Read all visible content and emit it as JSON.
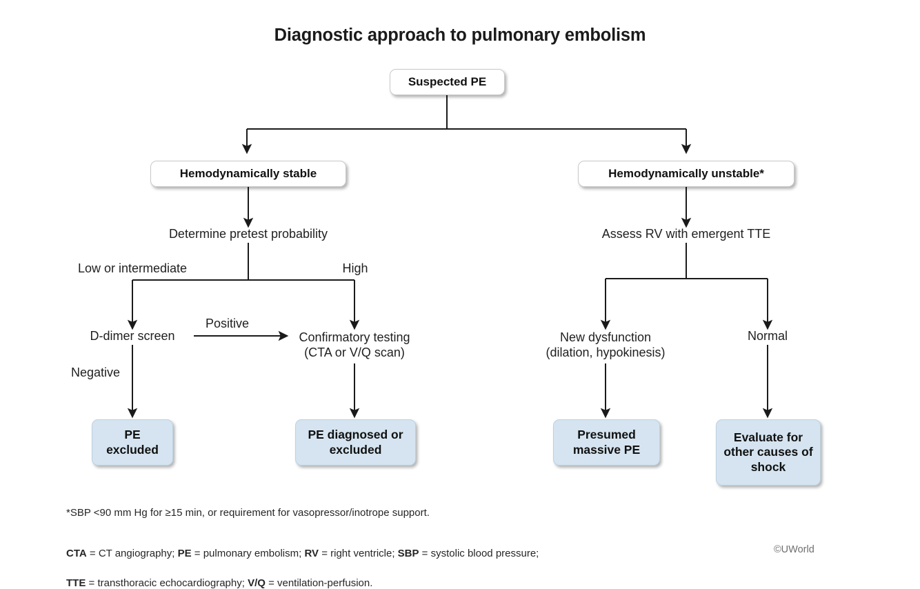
{
  "title": "Diagnostic approach to pulmonary embolism",
  "nodes": {
    "suspected_pe": "Suspected PE",
    "stable": "Hemodynamically stable",
    "unstable": "Hemodynamically unstable*",
    "pretest": "Determine pretest probability",
    "assess_rv": "Assess RV with emergent TTE",
    "low_intermediate": "Low or intermediate",
    "high": "High",
    "d_dimer": "D-dimer screen",
    "confirmatory": "Confirmatory testing\n(CTA or V/Q scan)",
    "new_dysfunction": "New dysfunction\n(dilation, hypokinesis)",
    "normal": "Normal",
    "pe_excluded": "PE\nexcluded",
    "pe_diagnosed_or_excluded": "PE diagnosed\nor excluded",
    "presumed_massive_pe": "Presumed\nmassive PE",
    "evaluate_other_causes": "Evaluate for\nother causes\nof shock"
  },
  "edge_labels": {
    "positive": "Positive",
    "negative": "Negative"
  },
  "footnotes": {
    "asterisk": "*SBP <90 mm Hg for ≥15 min, or requirement for vasopressor/inotrope support.",
    "abbrev_line1_parts": [
      {
        "text": "CTA",
        "bold": true
      },
      {
        "text": " = CT angiography; ",
        "bold": false
      },
      {
        "text": "PE",
        "bold": true
      },
      {
        "text": " = pulmonary embolism; ",
        "bold": false
      },
      {
        "text": "RV",
        "bold": true
      },
      {
        "text": " = right ventricle; ",
        "bold": false
      },
      {
        "text": "SBP",
        "bold": true
      },
      {
        "text": " = systolic blood pressure;",
        "bold": false
      }
    ],
    "abbrev_line2_parts": [
      {
        "text": "TTE",
        "bold": true
      },
      {
        "text": " = transthoracic echocardiography; ",
        "bold": false
      },
      {
        "text": "V/Q",
        "bold": true
      },
      {
        "text": " = ventilation-perfusion.",
        "bold": false
      }
    ]
  },
  "watermark": "©UWorld",
  "colors": {
    "terminal_box_fill": "#d5e4f0",
    "terminal_box_border": "#bdd1e0",
    "decision_box_fill": "#ffffff",
    "decision_box_border": "#c9c9c9",
    "connector_stroke": "#1a1a1a",
    "text": "#1b1b1b",
    "background": "#ffffff"
  }
}
